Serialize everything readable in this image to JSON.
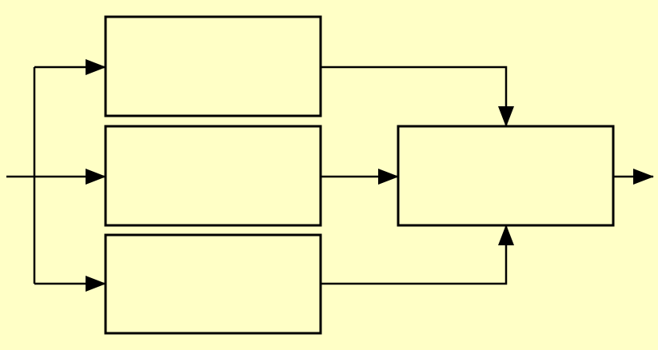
{
  "colors": {
    "background": "#ffffc6",
    "box_fill": "#ffffc6",
    "stroke": "#000000",
    "arrowhead": "#000000"
  },
  "diagram": {
    "type": "block-diagram",
    "blocks": [
      {
        "id": "block-top",
        "label": ""
      },
      {
        "id": "block-middle",
        "label": ""
      },
      {
        "id": "block-bottom",
        "label": ""
      },
      {
        "id": "block-combiner",
        "label": ""
      }
    ],
    "connections": [
      {
        "from": "input",
        "to": "block-top"
      },
      {
        "from": "input",
        "to": "block-middle"
      },
      {
        "from": "input",
        "to": "block-bottom"
      },
      {
        "from": "block-top",
        "to": "block-combiner"
      },
      {
        "from": "block-middle",
        "to": "block-combiner"
      },
      {
        "from": "block-bottom",
        "to": "block-combiner"
      },
      {
        "from": "block-combiner",
        "to": "output"
      }
    ]
  }
}
